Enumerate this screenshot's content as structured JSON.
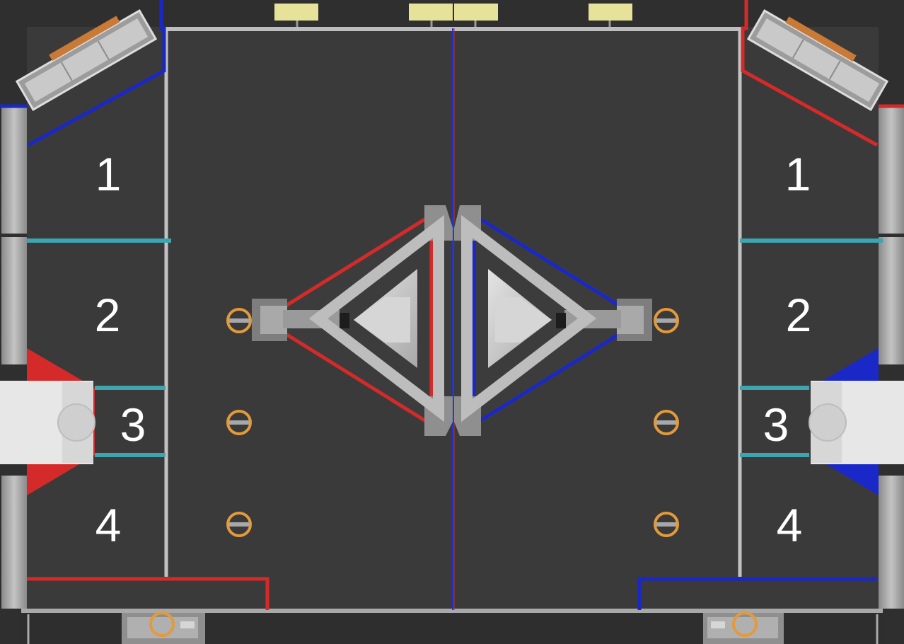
{
  "colors": {
    "field": "#393939",
    "wall": "#b8b8b8",
    "red_alliance": "#d42a2a",
    "blue_alliance": "#1a28c8",
    "teal_line": "#3ea4b0",
    "center_line": "#2233cc",
    "pad_yellow": "#e6e29a",
    "ring_orange": "#e39a3c",
    "structure_grey": "#bdbdbd"
  },
  "zones": {
    "left": [
      "1",
      "2",
      "3",
      "4"
    ],
    "right": [
      "1",
      "2",
      "3",
      "4"
    ]
  },
  "icons": {
    "scoring_ring": "orange-ring-icon",
    "hub": "hexagonal-hub-icon",
    "wall_panel": "perimeter-panel-icon",
    "station": "alliance-station-icon"
  }
}
